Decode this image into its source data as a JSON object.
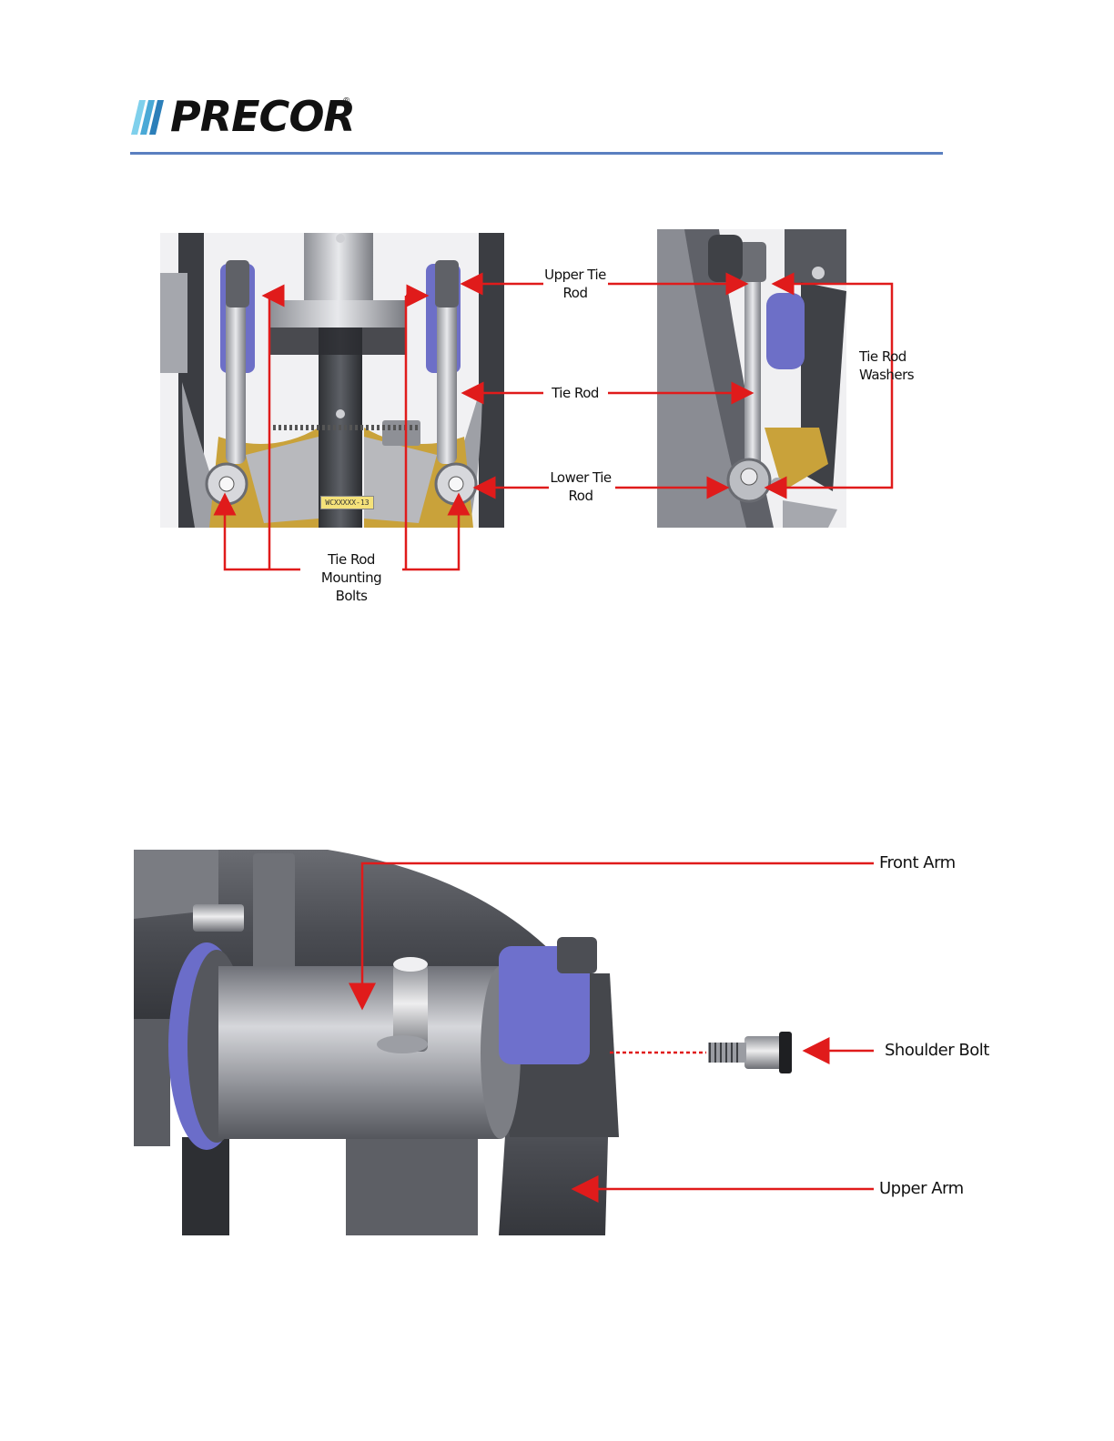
{
  "header": {
    "logo_text": "PRECOR",
    "logo_mark": "®",
    "rule_color": "#5a7fc0"
  },
  "figure1": {
    "labels": {
      "upper_tie_rod": "Upper Tie\nRod",
      "tie_rod": "Tie Rod",
      "lower_tie_rod": "Lower Tie\nRod",
      "tie_rod_washers": "Tie Rod Washers",
      "tie_rod_mounting_bolts": "Tie Rod Mounting\nBolts"
    },
    "part_tag": "WCXXXXX-13",
    "callout_color": "#e01b1b"
  },
  "figure2": {
    "labels": {
      "front_arm": "Front Arm",
      "shoulder_bolt": "Shoulder Bolt",
      "upper_arm": "Upper Arm"
    },
    "callout_color": "#e01b1b"
  }
}
